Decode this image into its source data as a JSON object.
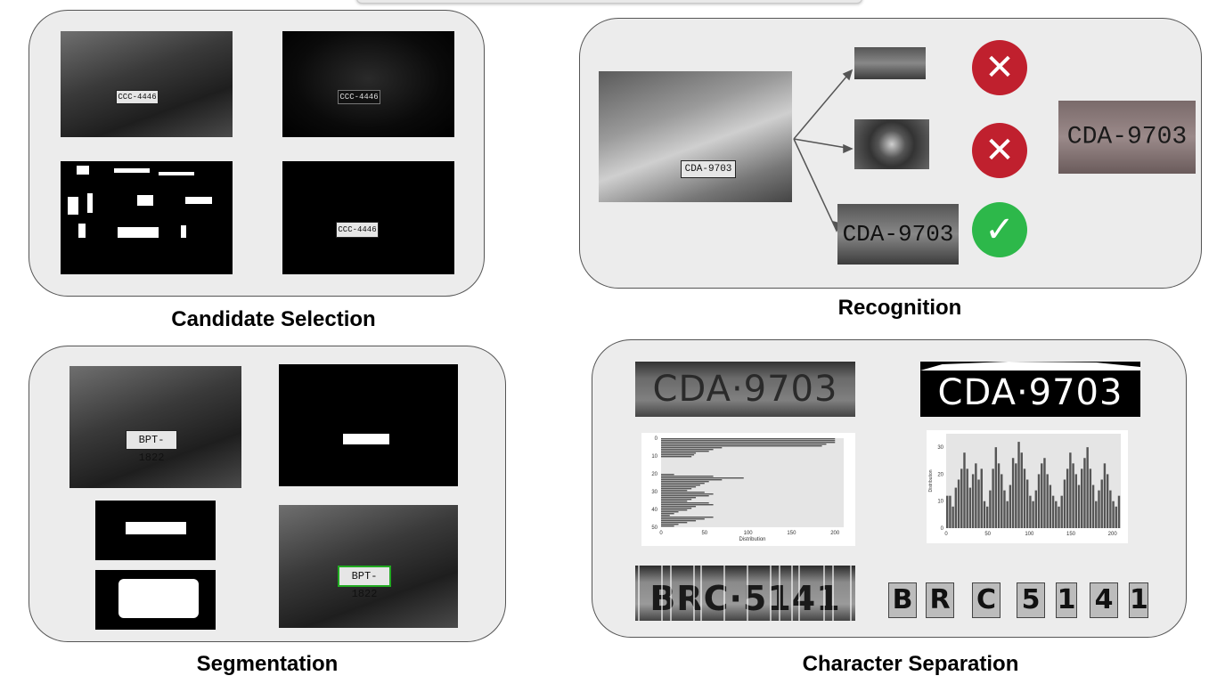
{
  "captions": {
    "candidate_selection": "Candidate Selection",
    "recognition": "Recognition",
    "segmentation": "Segmentation",
    "character_separation": "Character Separation"
  },
  "plates": {
    "candidate": "CCC-4446",
    "recognition": "CDA-9703",
    "recognition_rectified": "CDA-9703",
    "segmentation": "BPT-1822"
  },
  "char_sep": {
    "plate_gray": "CDA·9703",
    "plate_binary": "CDA·9703",
    "plate_split": "BRC·5141",
    "chars": [
      "B",
      "R",
      "C",
      "5",
      "1",
      "4",
      "1"
    ],
    "horizontal_chart": {
      "type": "bar",
      "xlabel": "Distribution",
      "x_ticks": [
        "0",
        "50",
        "100",
        "150",
        "200"
      ],
      "y_ticks": [
        "0",
        "10",
        "20",
        "30",
        "40",
        "50"
      ],
      "values": [
        200,
        200,
        200,
        190,
        185,
        70,
        60,
        55,
        40,
        38,
        35,
        0,
        0,
        0,
        0,
        0,
        0,
        0,
        0,
        0,
        15,
        60,
        95,
        70,
        55,
        50,
        45,
        40,
        35,
        30,
        50,
        60,
        55,
        40,
        35,
        30,
        55,
        60,
        40,
        35,
        30,
        20,
        15,
        10,
        60,
        50,
        40,
        30,
        20,
        15
      ],
      "xlim": [
        0,
        210
      ]
    },
    "vertical_chart": {
      "type": "bar",
      "ylabel": "Distribution",
      "x_ticks": [
        "0",
        "50",
        "100",
        "150",
        "200"
      ],
      "y_ticks": [
        "0",
        "10",
        "20",
        "30"
      ],
      "values": [
        12,
        12,
        8,
        15,
        18,
        22,
        28,
        22,
        15,
        20,
        24,
        18,
        22,
        10,
        8,
        14,
        22,
        30,
        24,
        20,
        14,
        10,
        16,
        26,
        24,
        32,
        28,
        22,
        18,
        12,
        10,
        14,
        20,
        24,
        26,
        20,
        16,
        12,
        10,
        8,
        12,
        18,
        22,
        28,
        24,
        20,
        16,
        22,
        26,
        30,
        22,
        16,
        10,
        14,
        18,
        24,
        20,
        14,
        10,
        8,
        12
      ],
      "ylim": [
        0,
        35
      ]
    }
  },
  "colors": {
    "panel_bg": "#ececec",
    "reject": "#c0202e",
    "accept": "#2db84a",
    "bbox_green": "#22aa22"
  },
  "icons": {
    "reject": "✕",
    "accept": "✓"
  }
}
